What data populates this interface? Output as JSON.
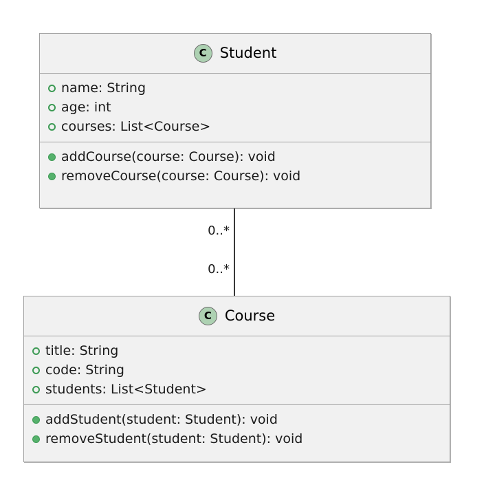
{
  "diagram": {
    "type": "uml-class-diagram",
    "background_color": "#FFFFFF",
    "box_fill_color": "#F1F1F1",
    "box_border_color": "#A0A0A0",
    "icon_fill_color": "#ADD1B2",
    "marker_color": "#3C9A54",
    "line_color": "#383838"
  },
  "classes": [
    {
      "name": "Student",
      "icon_letter": "C",
      "icon_name": "class-icon",
      "attributes": [
        {
          "visibility": "public",
          "text": "name: String"
        },
        {
          "visibility": "public",
          "text": "age: int"
        },
        {
          "visibility": "public",
          "text": "courses: List<Course>"
        }
      ],
      "methods": [
        {
          "visibility": "public",
          "text": "addCourse(course: Course): void"
        },
        {
          "visibility": "public",
          "text": "removeCourse(course: Course): void"
        }
      ]
    },
    {
      "name": "Course",
      "icon_letter": "C",
      "icon_name": "class-icon",
      "attributes": [
        {
          "visibility": "public",
          "text": "title: String"
        },
        {
          "visibility": "public",
          "text": "code: String"
        },
        {
          "visibility": "public",
          "text": "students: List<Student>"
        }
      ],
      "methods": [
        {
          "visibility": "public",
          "text": "addStudent(student: Student): void"
        },
        {
          "visibility": "public",
          "text": "removeStudent(student: Student): void"
        }
      ]
    }
  ],
  "association": {
    "kind": "association",
    "source": "Student",
    "target": "Course",
    "source_multiplicity": "0..*",
    "target_multiplicity": "0..*"
  }
}
